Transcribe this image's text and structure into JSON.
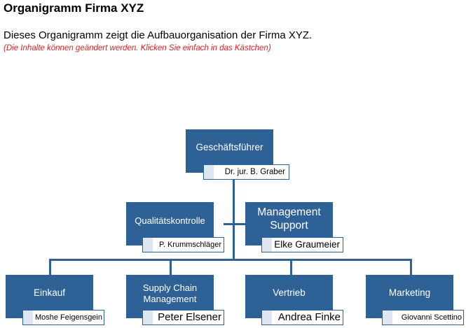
{
  "header": {
    "title": "Organigramm Firma XYZ",
    "description": "Dieses Organigramm zeigt die Aufbauorganisation der Firma XYZ.",
    "hint": "(Die Inhalte können geändert werden. Klicken Sie einfach in das Kästchen)"
  },
  "colors": {
    "box_fill": "#2e6296",
    "box_text": "#ffffff",
    "hint_text": "#e02020",
    "name_border": "#2e6296"
  },
  "org": {
    "ceo": {
      "role": "Geschäftsführer",
      "name": "Dr. jur. B. Graber"
    },
    "staff": [
      {
        "role": "Qualitätskontrolle",
        "name": "P. Krummschläger"
      },
      {
        "role": "Management Support",
        "name": "Elke Graumeier"
      }
    ],
    "departments": [
      {
        "role": "Einkauf",
        "name": "Moshe Feigensgein"
      },
      {
        "role": "Supply Chain Management",
        "name": "Peter Elsener"
      },
      {
        "role": "Vertrieb",
        "name": "Andrea Finke"
      },
      {
        "role": "Marketing",
        "name": "Giovanni Scettino"
      }
    ]
  }
}
